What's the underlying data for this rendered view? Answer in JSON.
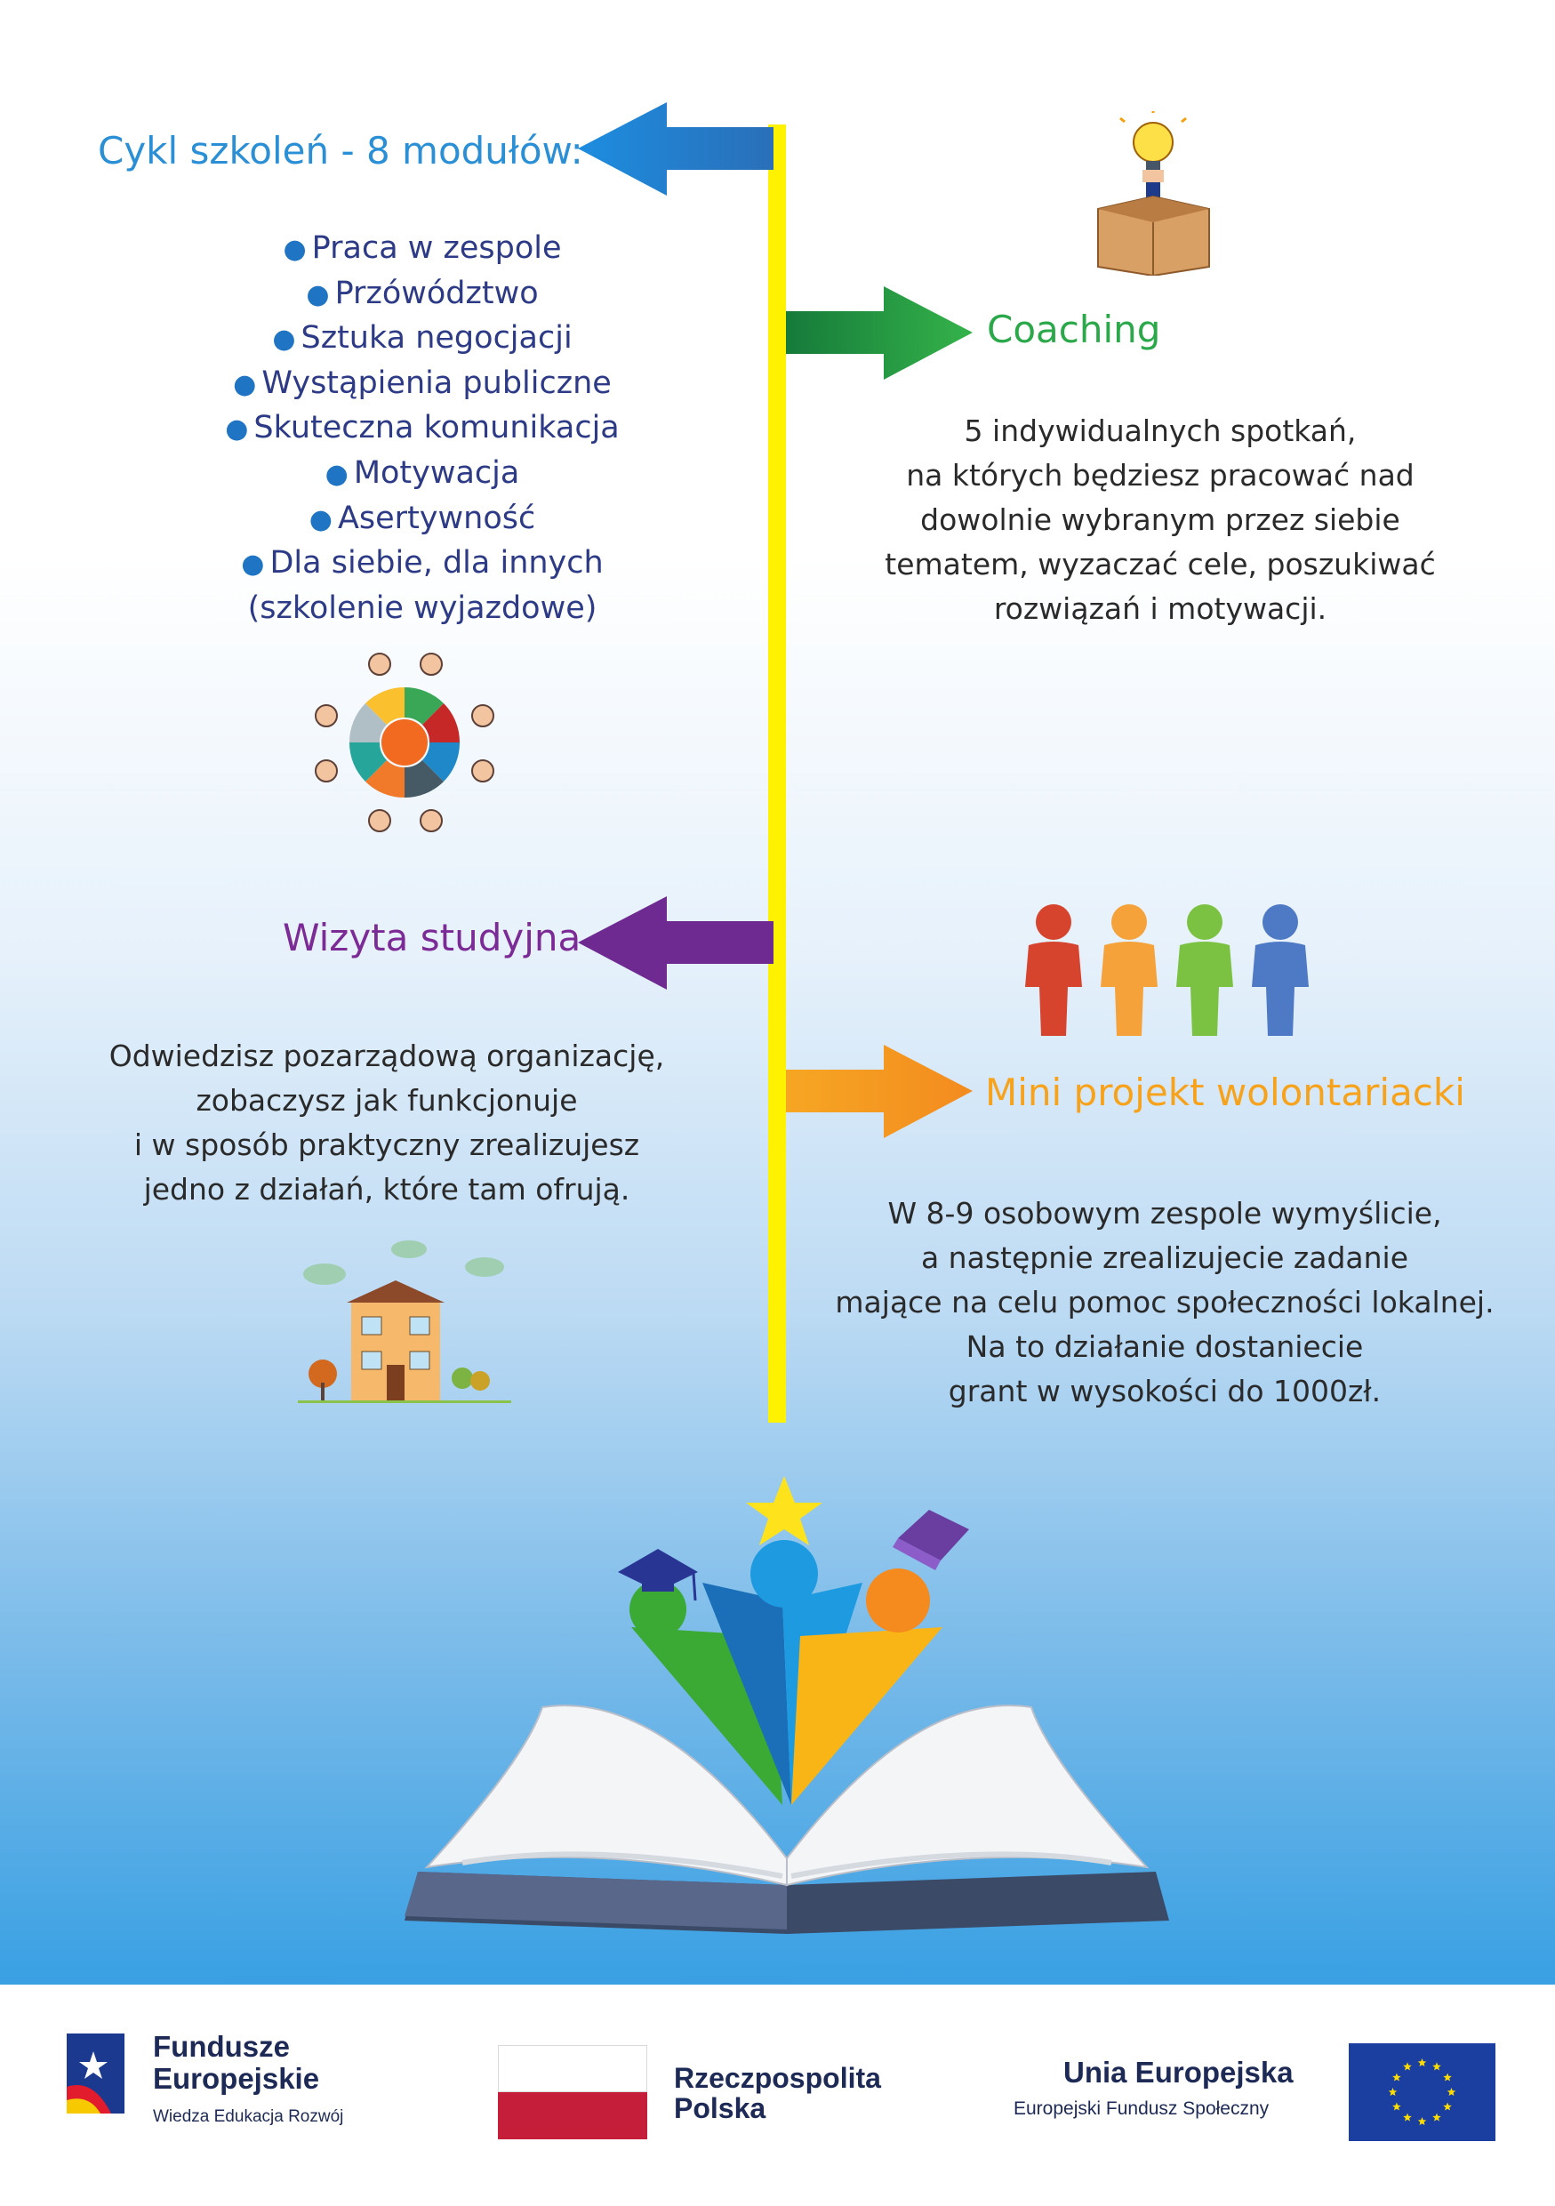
{
  "training": {
    "heading": "Cykl szkoleń - 8 modułów:",
    "items": [
      "Praca w zespole",
      "Przówództwo",
      "Sztuka negocjacji",
      "Wystąpienia publiczne",
      "Skuteczna komunikacja",
      "Motywacja",
      "Asertywność",
      "Dla siebie, dla innych",
      "(szkolenie wyjazdowe)"
    ]
  },
  "coaching": {
    "heading": "Coaching",
    "lines": [
      "5 indywidualnych spotkań,",
      "na których będziesz pracować nad",
      "dowolnie wybranym przez siebie",
      "tematem, wyzaczać cele, poszukiwać",
      "rozwiązań i motywacji."
    ]
  },
  "visit": {
    "heading": "Wizyta studyjna",
    "lines": [
      "Odwiedzisz pozarządową organizację,",
      "zobaczysz jak funkcjonuje",
      "i w sposób praktyczny zrealizujesz",
      "jedno z działań, które tam ofrują."
    ]
  },
  "volunteer": {
    "heading": "Mini projekt wolontariacki",
    "lines": [
      "W 8-9 osobowym zespole wymyślicie,",
      "a następnie zrealizujecie zadanie",
      "mające na celu pomoc społeczności lokalnej.",
      "Na to działanie dostaniecie",
      "grant w wysokości do 1000zł."
    ]
  },
  "footer": {
    "fe_line1": "Fundusze",
    "fe_line2": "Europejskie",
    "fe_sub": "Wiedza Edukacja Rozwój",
    "rp_line1": "Rzeczpospolita",
    "rp_line2": "Polska",
    "eu_line1": "Unia Europejska",
    "eu_sub": "Europejski Fundusz Społeczny"
  },
  "colors": {
    "blue": "#2b8fd6",
    "green": "#2aa84a",
    "purple": "#7b2a96",
    "orange": "#f7a21b",
    "yellow_line": "#fff200"
  }
}
